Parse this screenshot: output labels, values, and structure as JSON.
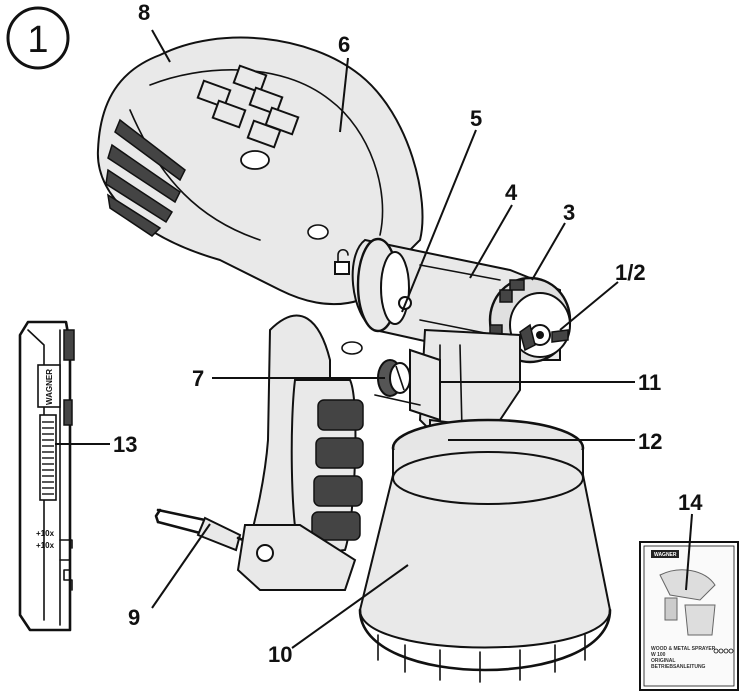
{
  "figure": {
    "number": "1"
  },
  "callouts": {
    "c1_2": "1/2",
    "c3": "3",
    "c4": "4",
    "c5": "5",
    "c6": "6",
    "c7": "7",
    "c8": "8",
    "c9": "9",
    "c10": "10",
    "c11": "11",
    "c12": "12",
    "c13": "13",
    "c14": "14"
  },
  "manual_cover": {
    "brand": "WAGNER",
    "title_line1": "WOOD & METAL SPRAYER",
    "title_line2": "W 100",
    "subtitle_line1": "ORIGINAL",
    "subtitle_line2": "BETRIEBSANLEITUNG"
  },
  "side_panel": {
    "brand": "WAGNER",
    "mark_top": "+10x",
    "mark_bottom": "+10x"
  }
}
